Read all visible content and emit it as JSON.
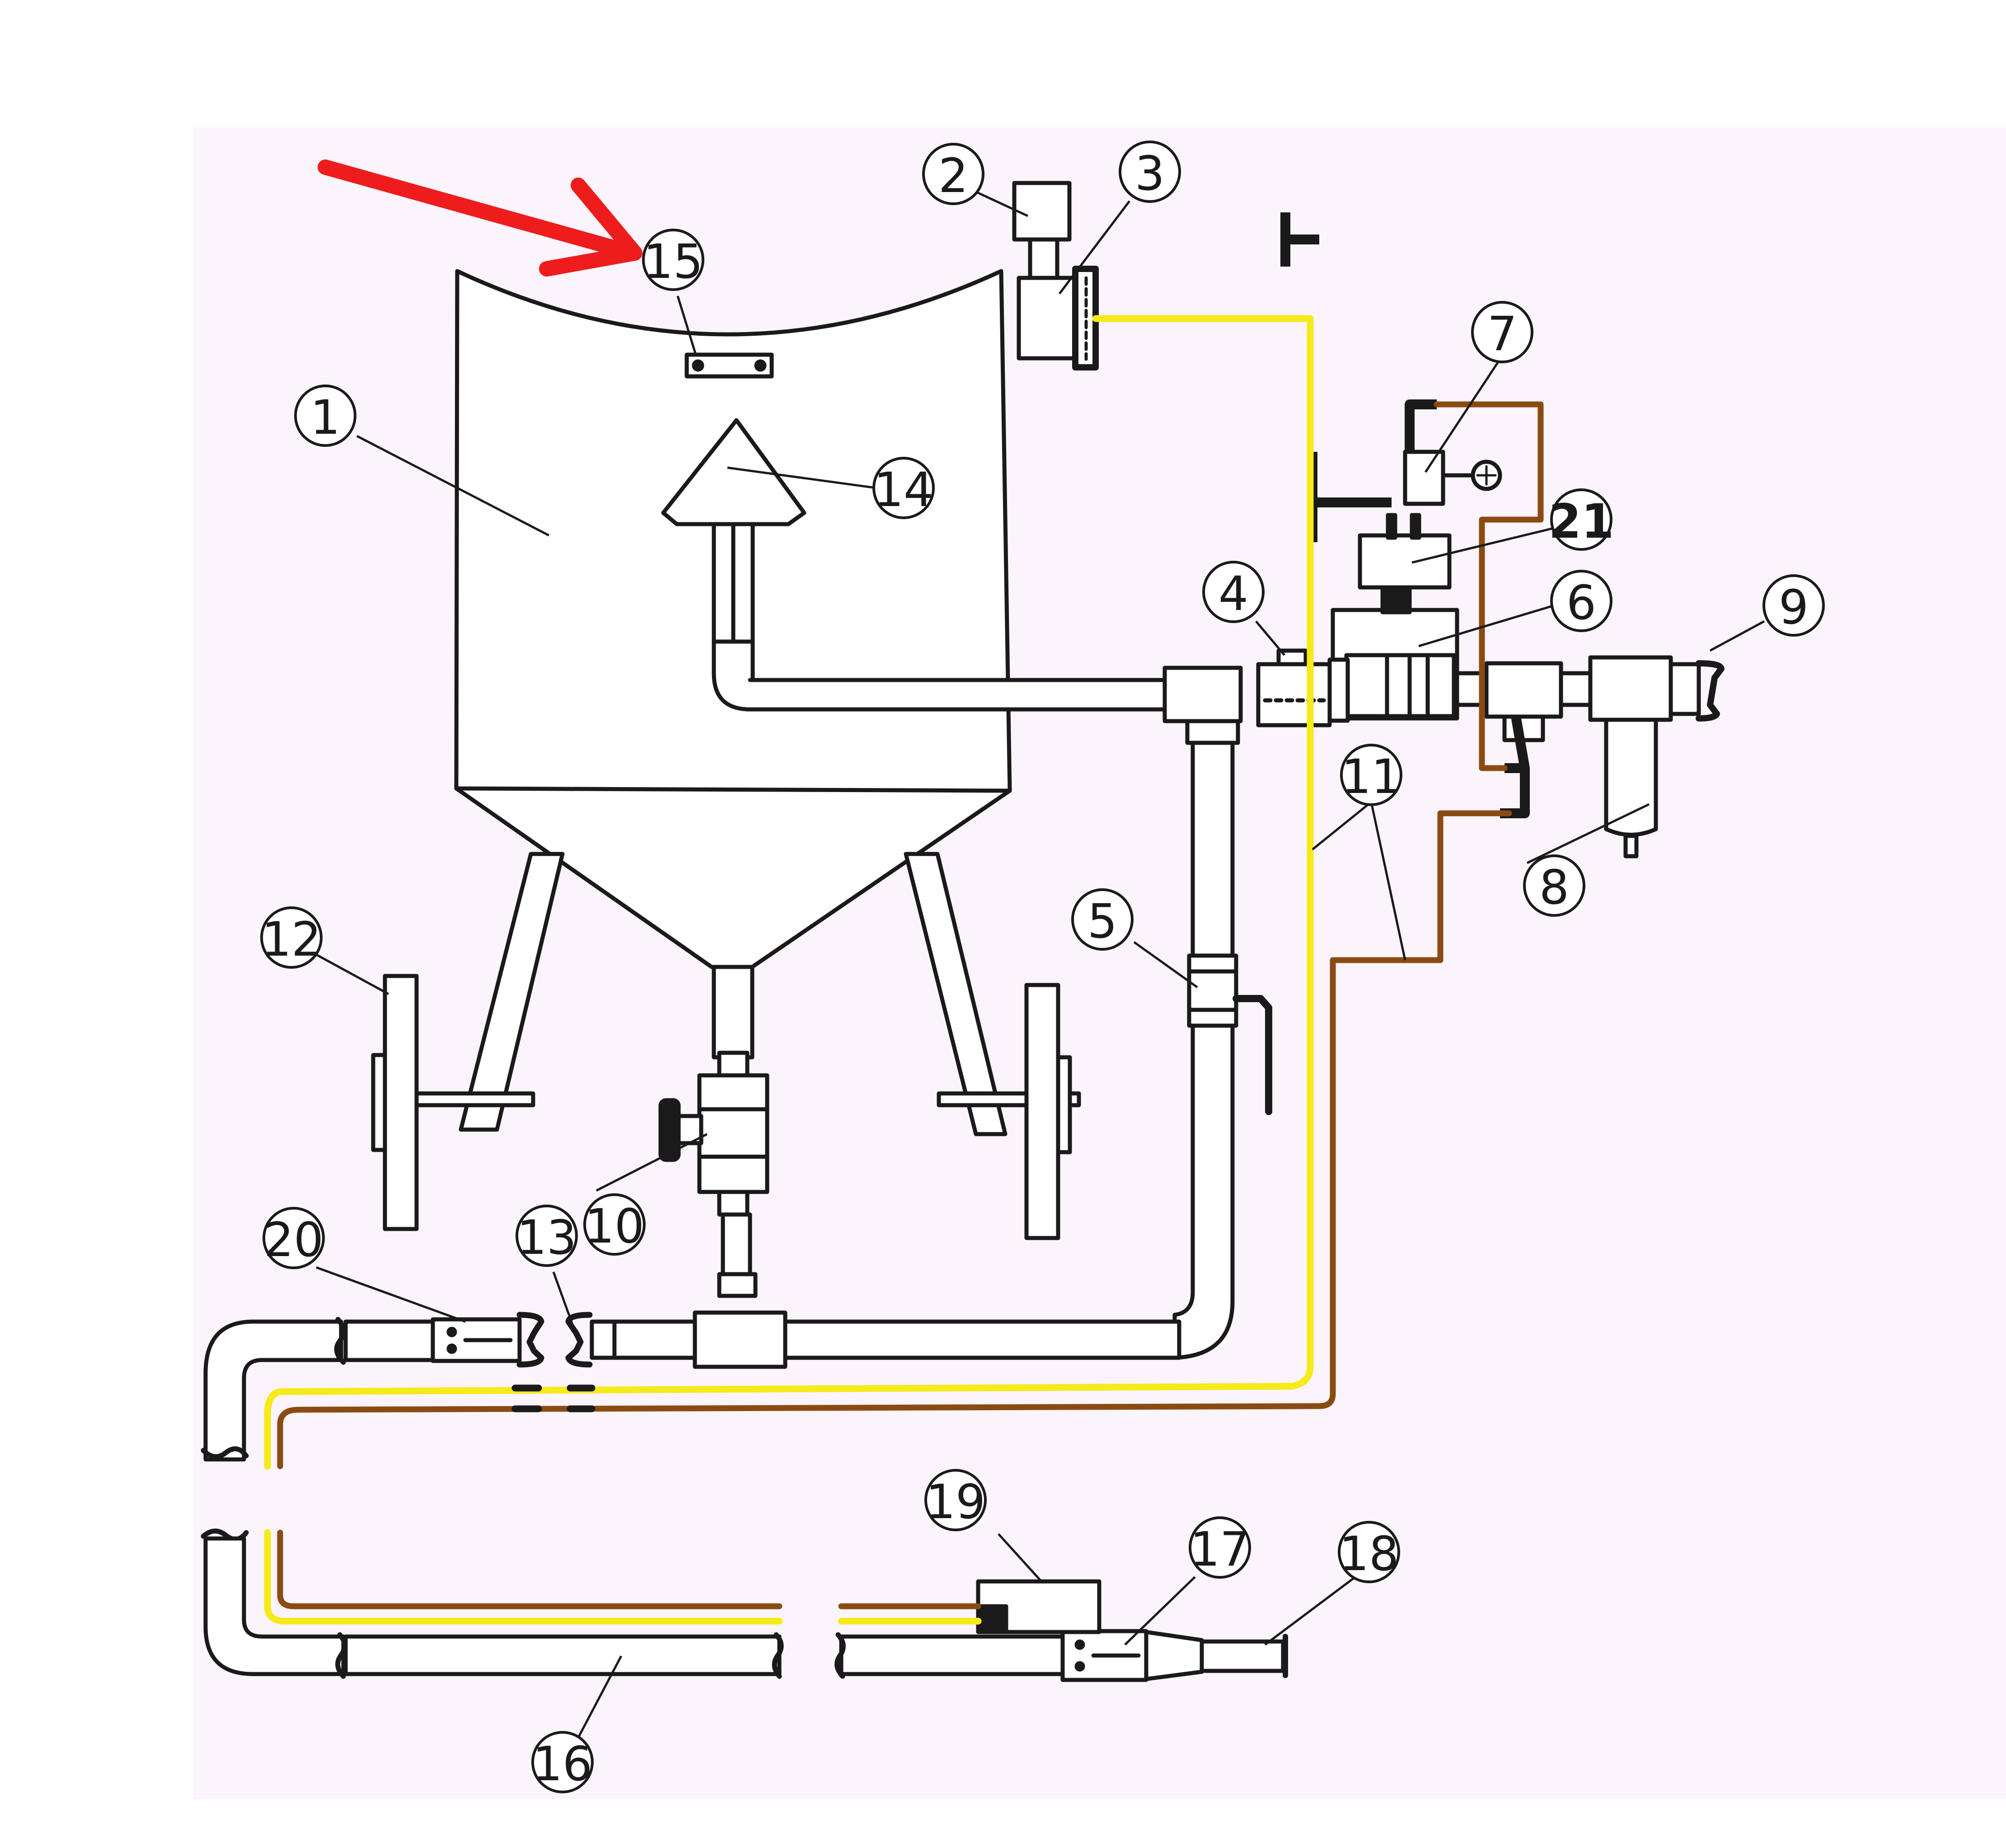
{
  "colors": {
    "page_bg": "#ffffff",
    "panel_bg": "#fcf4fc",
    "ink": "#1a1a1a",
    "pipe_fill": "#ffffff",
    "yellow_line": "#f5ea1a",
    "brown_line": "#8a4b12",
    "arrow": "#ee1c1c"
  },
  "callouts": [
    {
      "key": "c1",
      "text": "1"
    },
    {
      "key": "c2",
      "text": "2"
    },
    {
      "key": "c3",
      "text": "3"
    },
    {
      "key": "c4",
      "text": "4"
    },
    {
      "key": "c5",
      "text": "5"
    },
    {
      "key": "c6",
      "text": "6"
    },
    {
      "key": "c7",
      "text": "7"
    },
    {
      "key": "c8",
      "text": "8"
    },
    {
      "key": "c9",
      "text": "9"
    },
    {
      "key": "c10",
      "text": "10"
    },
    {
      "key": "c11",
      "text": "11"
    },
    {
      "key": "c12",
      "text": "12"
    },
    {
      "key": "c13",
      "text": "13"
    },
    {
      "key": "c14",
      "text": "14"
    },
    {
      "key": "c15",
      "text": "15"
    },
    {
      "key": "c16",
      "text": "16"
    },
    {
      "key": "c17",
      "text": "17"
    },
    {
      "key": "c18",
      "text": "18"
    },
    {
      "key": "c19",
      "text": "19"
    },
    {
      "key": "c20",
      "text": "20"
    },
    {
      "key": "c21",
      "text": "21"
    }
  ]
}
